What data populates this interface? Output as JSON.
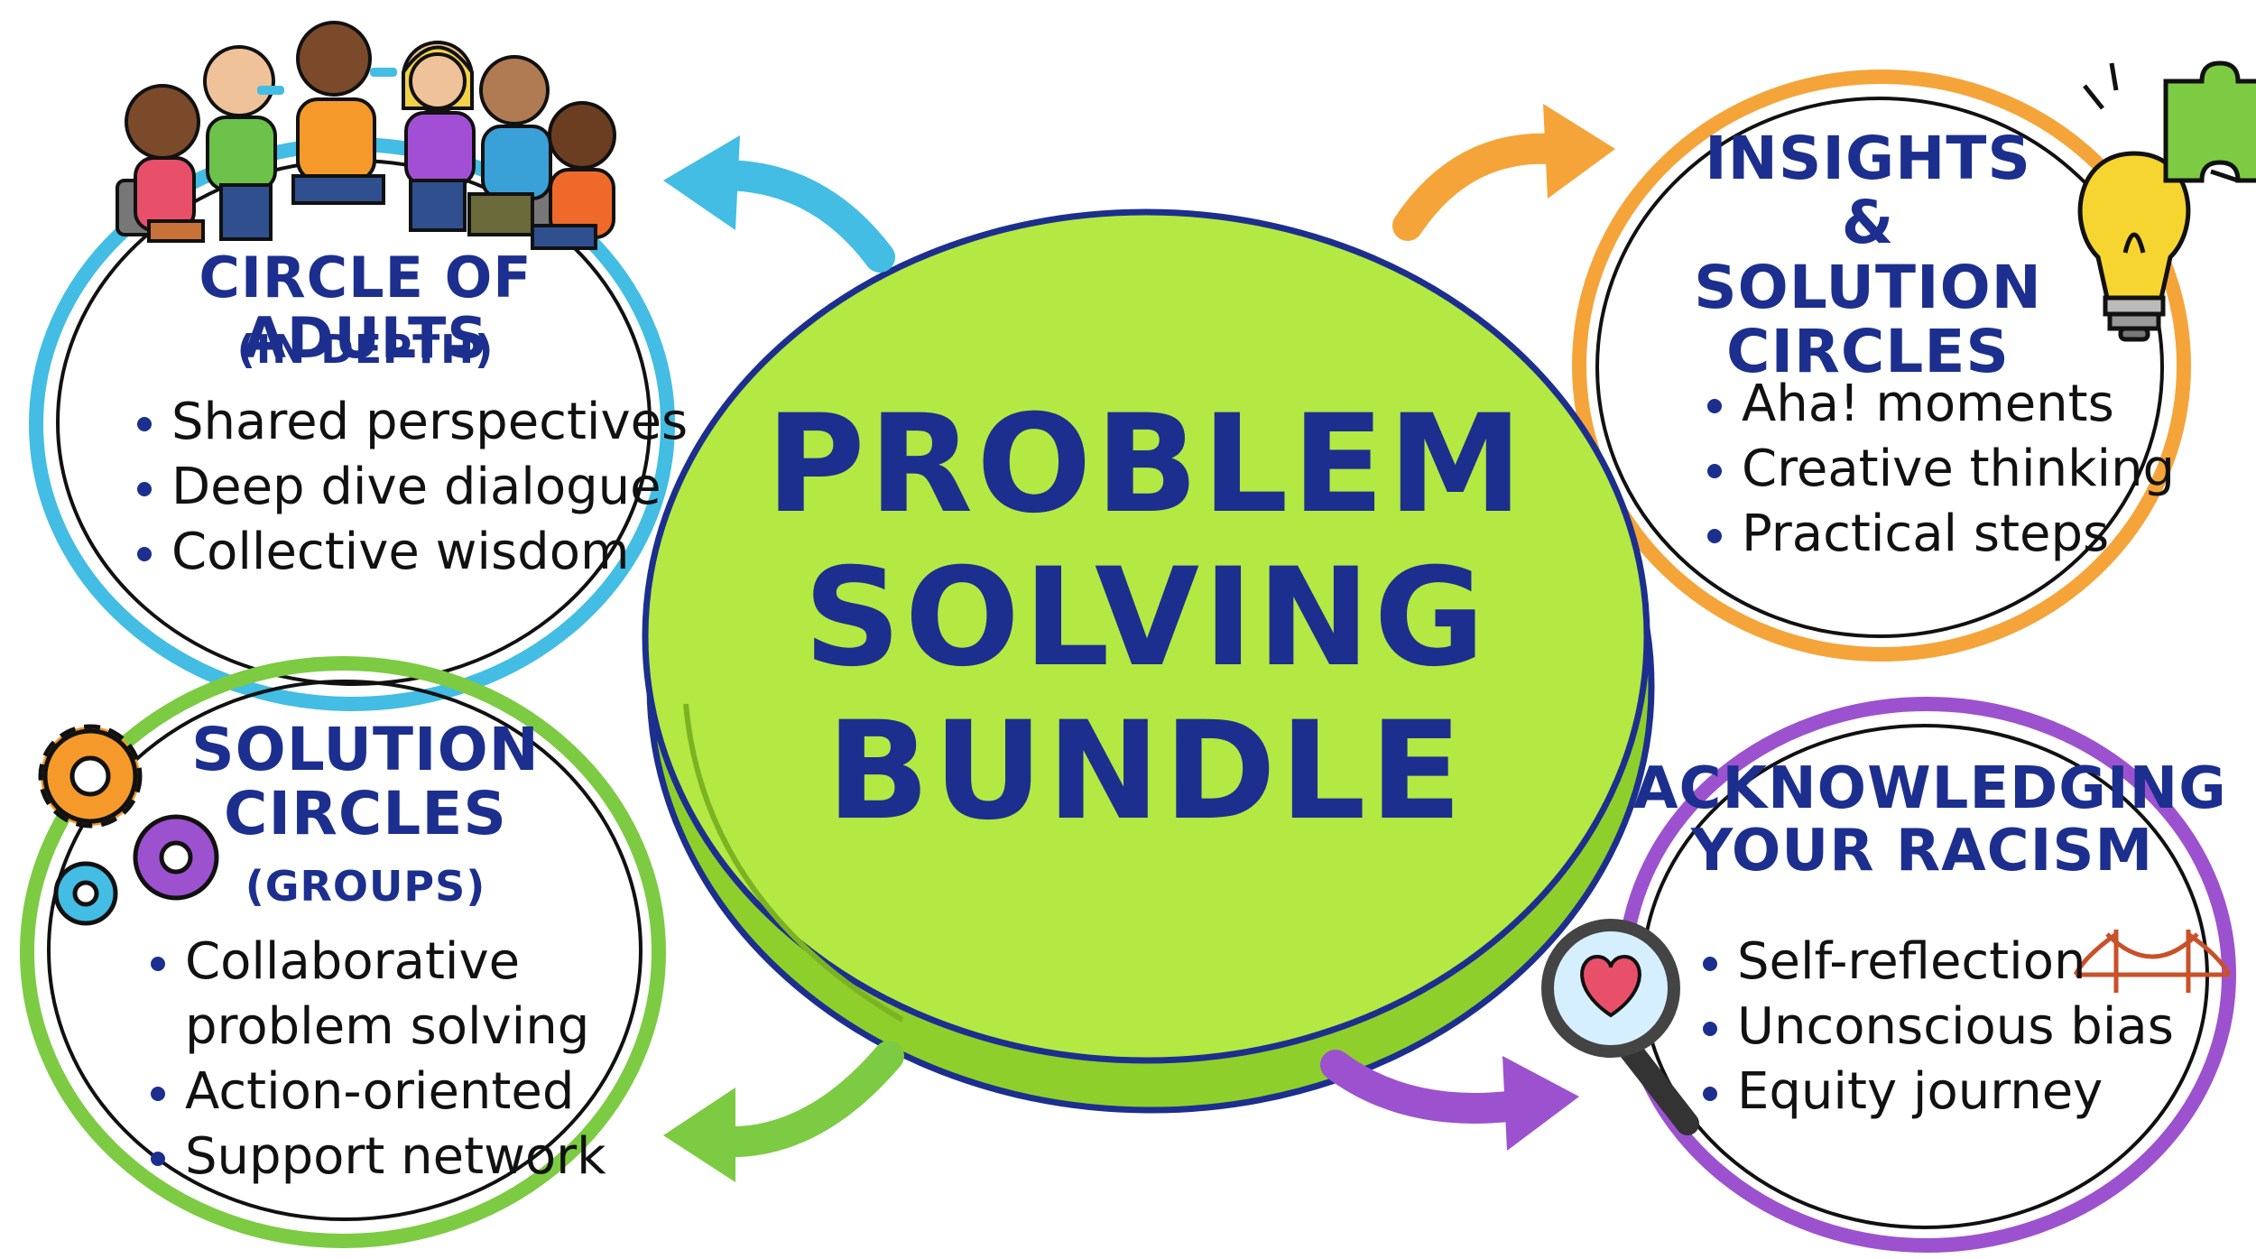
{
  "center": {
    "line1": "PROBLEM",
    "line2": "SOLVING",
    "line3": "BUNDLE"
  },
  "top_left": {
    "title": "CIRCLE OF ADULTS",
    "subtitle": "(IN DEPTH)",
    "bullets": [
      "Shared perspectives",
      "Deep dive dialogue",
      "Collective wisdom"
    ]
  },
  "top_right": {
    "title_line1": "INSIGHTS",
    "title_line2": "& SOLUTION",
    "title_line3": "CIRCLES",
    "bullets": [
      "Aha! moments",
      "Creative thinking",
      "Practical steps"
    ]
  },
  "bottom_left": {
    "title_line1": "SOLUTION",
    "title_line2": "CIRCLES",
    "subtitle": "(GROUPS)",
    "bullets": [
      "Collaborative",
      "problem solving",
      "Action-oriented",
      "Support network"
    ]
  },
  "bottom_right": {
    "title_line1": "ACKNOWLEDGING",
    "title_line2": "YOUR RACISM",
    "bullets": [
      "Self-reflection",
      "Unconscious bias",
      "Equity journey"
    ]
  },
  "colors": {
    "text_blue": "#1c2f8e",
    "center_green": "#b4e843",
    "top_left_ring": "#43bde3",
    "top_right_ring": "#f5a43a",
    "bottom_left_ring": "#7ccb43",
    "bottom_right_ring": "#9c52cf"
  },
  "icons": [
    "people-group-icon",
    "lightbulb-puzzle-icon",
    "gears-icon",
    "magnifier-heart-icon",
    "bridge-icon"
  ]
}
